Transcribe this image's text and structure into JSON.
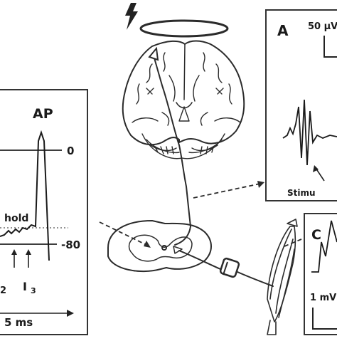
{
  "left_panel": {
    "title": "AP",
    "zero_label": "0",
    "threshold_label": "hold",
    "resting_label": "-80",
    "i2_label": "2",
    "i3_label": "I",
    "i3_sub": "3",
    "time_label": "5 ms"
  },
  "panel_a": {
    "letter": "A",
    "scale_label": "50 µV",
    "stim_label": "Stimu"
  },
  "panel_c": {
    "letter": "C",
    "scale_label": "1 mV"
  },
  "colors": {
    "ink": "#2b2b2b",
    "panel_border": "#333333",
    "background": "#ffffff"
  }
}
